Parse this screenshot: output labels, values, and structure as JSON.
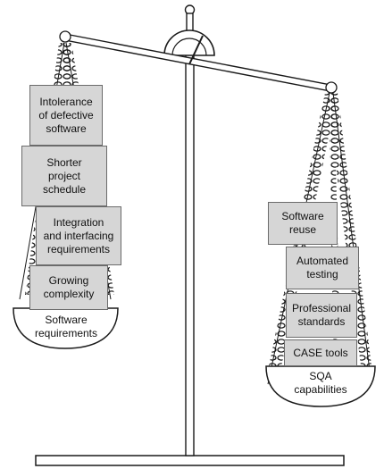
{
  "left_pan": {
    "label": "Software\nrequirements",
    "items": [
      "Intolerance\nof defective\nsoftware",
      "Shorter\nproject\nschedule",
      "Integration\nand interfacing\nrequirements",
      "Growing\ncomplexity"
    ]
  },
  "right_pan": {
    "label": "SQA\ncapabilities",
    "items": [
      "Software\nreuse",
      "Automated\ntesting",
      "Professional\nstandards",
      "CASE tools"
    ]
  },
  "colors": {
    "box_fill": "#d6d6d6",
    "box_border": "#6b6b6b",
    "line": "#1a1a1a"
  }
}
